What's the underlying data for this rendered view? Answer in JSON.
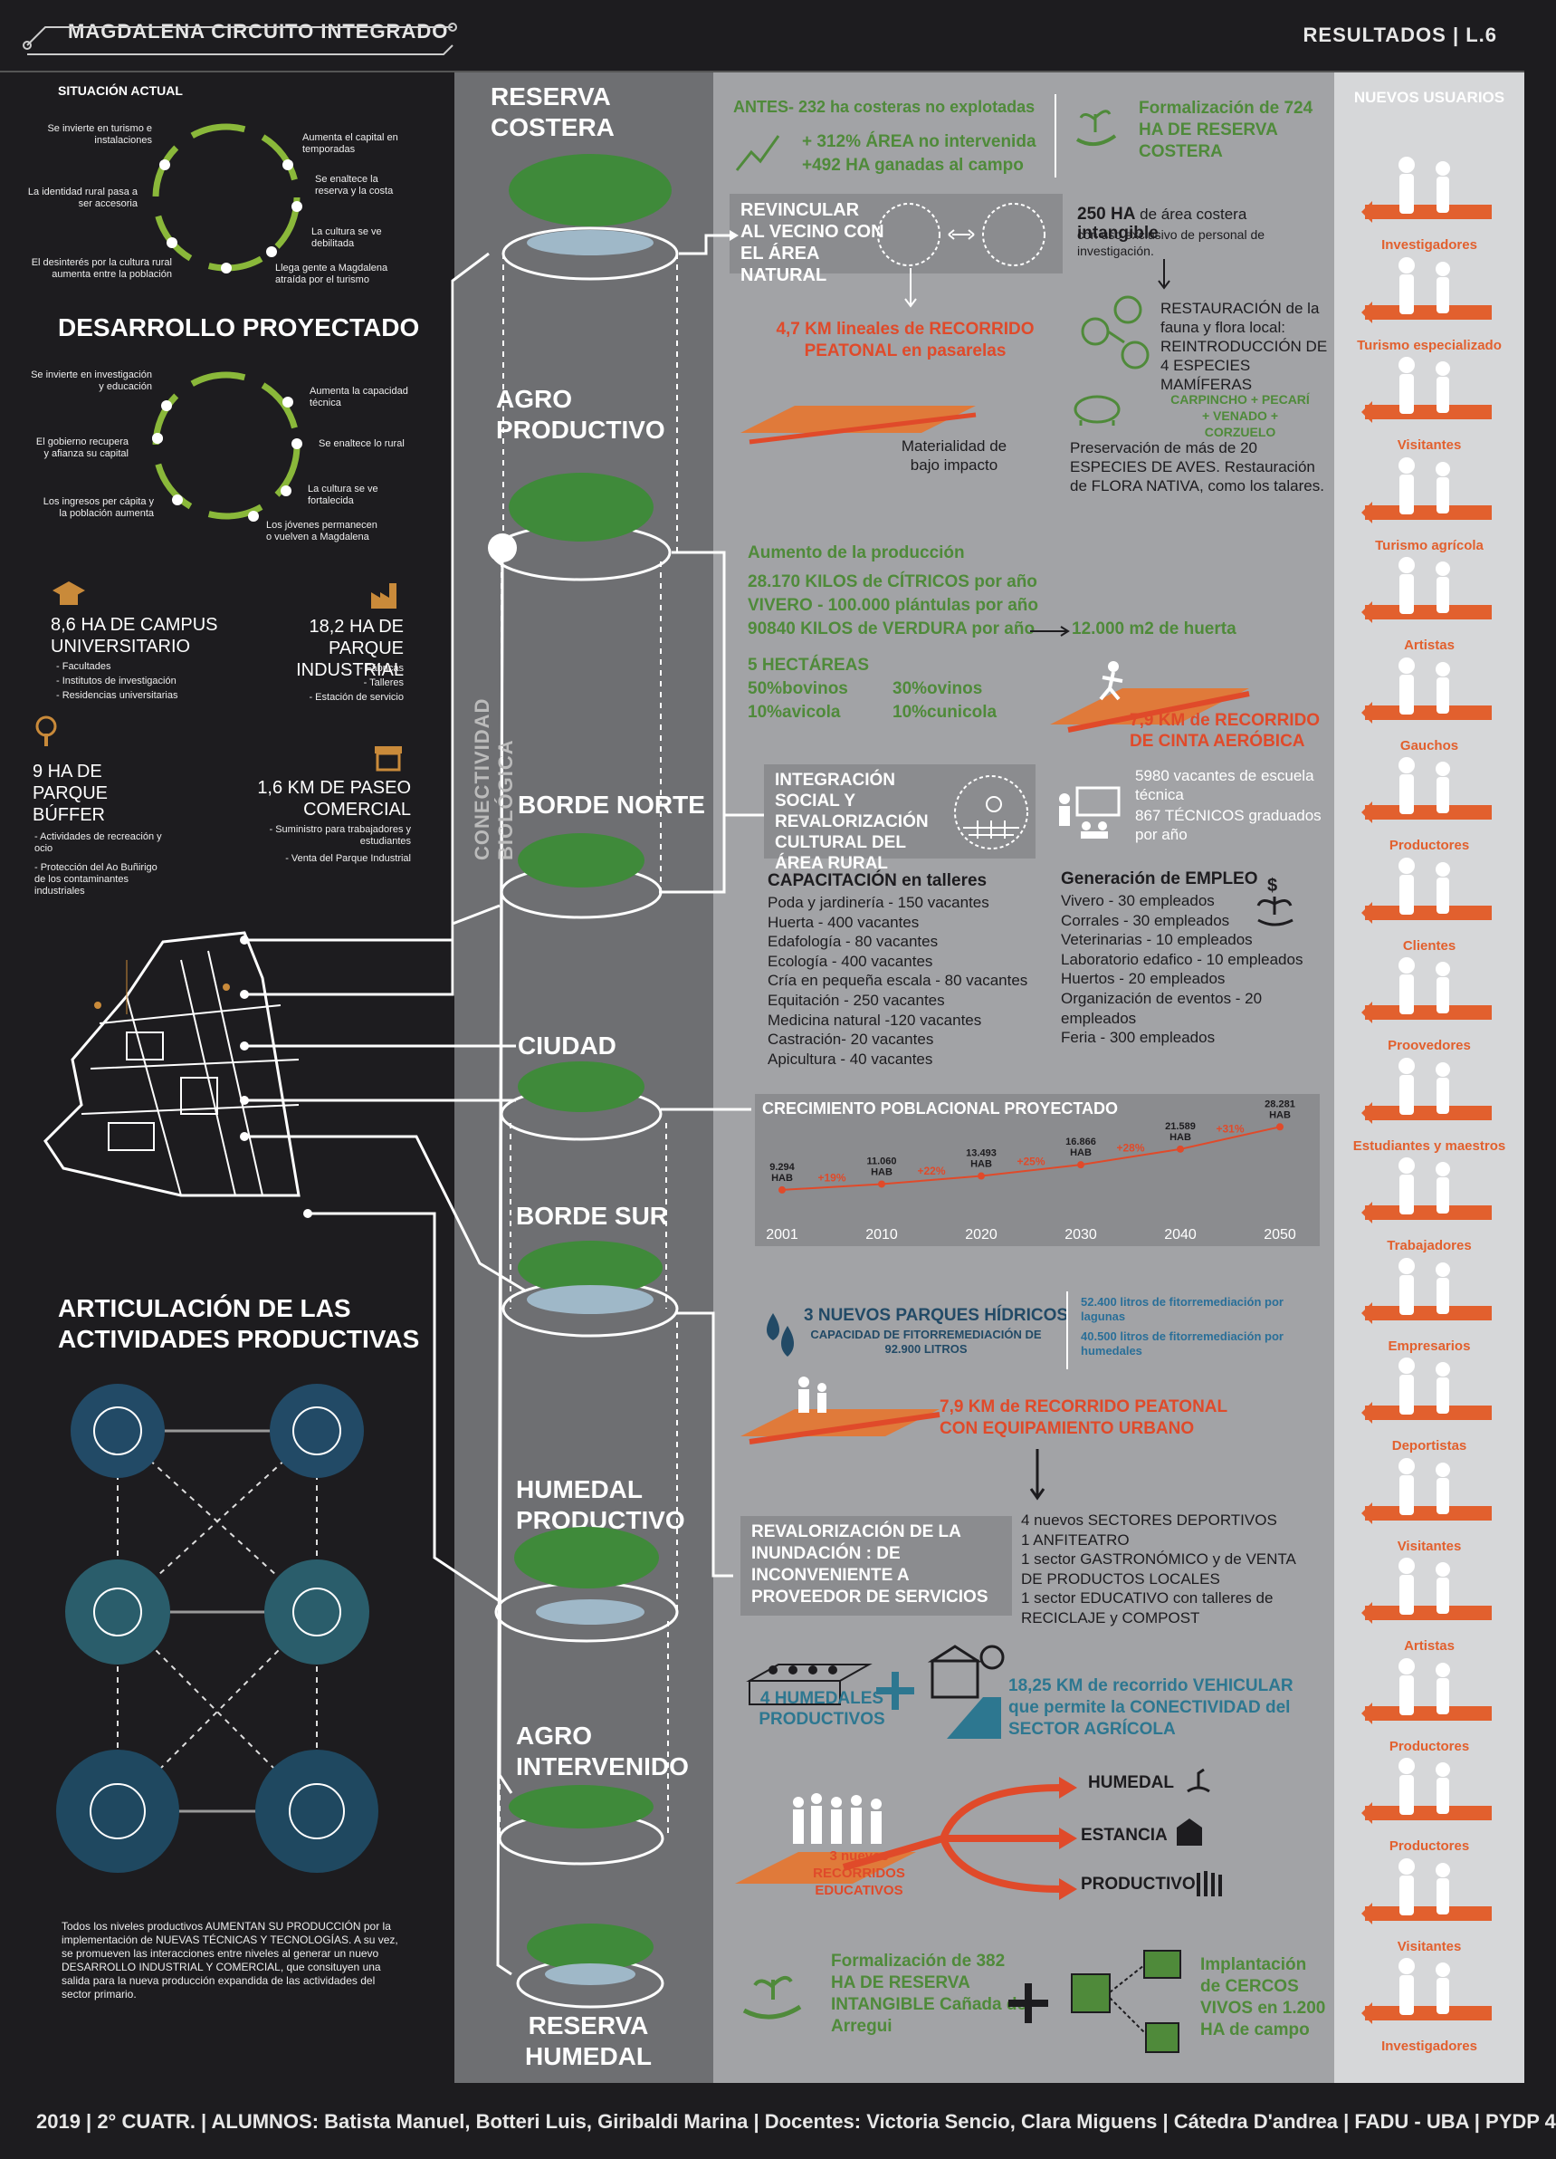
{
  "header": {
    "title": "MAGDALENA CIRCUITO INTEGRADO",
    "right": "RESULTADOS | L.6"
  },
  "left": {
    "situacion_title": "SITUACIÓN ACTUAL",
    "situacion_items": [
      "Se invierte en turismo e instalaciones",
      "Aumenta el capital en temporadas",
      "Se enaltece la reserva y la costa",
      "La cultura se ve debilitada",
      "Llega gente a Magdalena atraída por el turismo",
      "El desinterés por la cultura rural aumenta entre la población",
      "La identidad rural pasa a ser accesoria"
    ],
    "desarrollo_title": "DESARROLLO PROYECTADO",
    "desarrollo_items": [
      "Se invierte en investigación y educación",
      "Aumenta la capacidad técnica",
      "Se enaltece lo rural",
      "La cultura se ve fortalecida",
      "Los jóvenes permanecen o vuelven a Magdalena",
      "Los ingresos per cápita y la población aumenta",
      "El gobierno recupera y afianza su capital"
    ],
    "campus_title": "8,6 HA DE CAMPUS UNIVERSITARIO",
    "campus_items": [
      "- Facultades",
      "- Institutos de investigación",
      "- Residencias universitarias"
    ],
    "industrial_title": "18,2 HA DE PARQUE INDUSTRIAL",
    "industrial_items": [
      "- Fábricas",
      "- Talleres",
      "- Estación de servicio"
    ],
    "buffer_title": "9 HA DE PARQUE BÚFFER",
    "buffer_items": [
      "- Actividades de recreación y ocio",
      "- Protección del Ao Buñirigo de los contaminantes industriales"
    ],
    "paseo_title": "1,6 KM DE PASEO COMERCIAL",
    "paseo_items": [
      "- Suministro para trabajadores y estudiantes",
      "- Venta del Parque Industrial"
    ],
    "articulacion_title": "ARTICULACIÓN DE LAS ACTIVIDADES PRODUCTIVAS",
    "articulacion_text": "Todos los niveles productivos AUMENTAN SU PRODUCCIÓN por la implementación de NUEVAS TÉCNICAS Y TECNOLOGÍAS. A su vez, se promueven las interacciones entre niveles al generar un nuevo DESARROLLO INDUSTRIAL Y COMERCIAL, que consituyen una salida para la nueva producción expandida de las actividades del sector primario."
  },
  "zones": {
    "z1": "RESERVA COSTERA",
    "z2": "AGRO PRODUCTIVO",
    "z3": "BORDE NORTE",
    "z4": "CIUDAD",
    "z5": "BORDE SUR",
    "z6": "HUMEDAL PRODUCTIVO",
    "z7": "AGRO INTERVENIDO",
    "z8": "RESERVA HUMEDAL",
    "vertical": "CONECTIVIDAD BIOLÓGICA"
  },
  "reserva": {
    "antes": "ANTES- 232 ha costeras no explotadas",
    "area": "+ 312% ÁREA no intervenida",
    "ganadas": "+492 HA ganadas al campo",
    "formalizacion": "Formalización de 724 HA DE RESERVA COSTERA",
    "revincular": "REVINCULAR AL VECINO CON EL ÁREA NATURAL",
    "km": "4,7 KM lineales de RECORRIDO PEATONAL en pasarelas",
    "materialidad": "Materialidad de bajo impacto",
    "ha250": "250 HA",
    "ha250_text": "de área costera",
    "intangible": "intangible",
    "ha250_sub": "con uso exclusivo de personal de investigación.",
    "restauracion": "RESTAURACIÓN de la fauna y flora local: REINTRODUCCIÓN DE 4 ESPECIES MAMÍFERAS",
    "especies": "CARPINCHO + PECARÍ + VENADO + CORZUELO",
    "preservacion": "Preservación de más de 20 ESPECIES DE AVES. Restauración de FLORA NATIVA, como los talares."
  },
  "agro": {
    "aumento": "Aumento de la producción",
    "citricos": "28.170 KILOS de CÍTRICOS por año",
    "vivero": "VIVERO - 100.000 plántulas por año",
    "verdura": "90840 KILOS de VERDURA por año",
    "huerta": "12.000 m2 de huerta",
    "hectareas": "5 HECTÁREAS",
    "bovinos": "50%bovinos",
    "ovinos": "30%ovinos",
    "avicola": "10%avicola",
    "cunicola": "10%cunicola",
    "cinta": "7,9 KM de RECORRIDO DE CINTA AERÓBICA"
  },
  "borde_norte": {
    "integracion": "INTEGRACIÓN SOCIAL Y REVALORIZACIÓN CULTURAL DEL ÁREA RURAL",
    "vacantes": "5980 vacantes de escuela técnica",
    "tecnicos": "867 TÉCNICOS graduados por año",
    "cap_title": "CAPACITACIÓN en talleres",
    "cap_items": [
      "Poda y jardinería - 150 vacantes",
      "Huerta - 400 vacantes",
      "Edafología - 80 vacantes",
      "Ecología - 400 vacantes",
      "Cría en pequeña escala - 80 vacantes",
      "Equitación - 250 vacantes",
      "Medicina natural -120 vacantes",
      "Castración- 20 vacantes",
      "Apicultura - 40 vacantes"
    ],
    "emp_title": "Generación de EMPLEO",
    "emp_items": [
      "Vivero - 30 empleados",
      "Corrales - 30 empleados",
      "Veterinarias - 10 empleados",
      "Laboratorio edafico - 10 empleados",
      "Huertos - 20 empleados",
      "Organización de eventos - 20 empleados",
      "Feria - 300 empleados"
    ]
  },
  "chart_data": {
    "type": "line",
    "title": "CRECIMIENTO POBLACIONAL PROYECTADO",
    "x": [
      "2001",
      "2010",
      "2020",
      "2030",
      "2040",
      "2050"
    ],
    "values": [
      9294,
      11060,
      13493,
      16866,
      21589,
      28281
    ],
    "value_labels": [
      "9.294 HAB",
      "11.060 HAB",
      "13.493 HAB",
      "16.866 HAB",
      "21.589 HAB",
      "28.281 HAB"
    ],
    "growth": [
      "+19%",
      "+22%",
      "+25%",
      "+28%",
      "+31%"
    ],
    "ylim": [
      0,
      30000
    ]
  },
  "borde_sur": {
    "parques": "3 NUEVOS PARQUES HÍDRICOS",
    "capacidad": "CAPACIDAD DE FITORREMEDIACIÓN DE 92.900 LITROS",
    "lagunas": "52.400 litros de fitorremediación por lagunas",
    "humedales": "40.500 litros de fitorremediación por humedales",
    "km": "7,9 KM de RECORRIDO PEATONAL CON EQUIPAMIENTO URBANO",
    "revalorizacion": "REVALORIZACIÓN DE LA INUNDACIÓN : DE INCONVENIENTE A PROVEEDOR DE SERVICIOS",
    "items": [
      "4 nuevos SECTORES DEPORTIVOS",
      "1 ANFITEATRO",
      "1 sector GASTRONÓMICO y de VENTA DE PRODUCTOS LOCALES",
      "1 sector EDUCATIVO con talleres de RECICLAJE y COMPOST"
    ]
  },
  "humedal": {
    "cuatro": "4 HUMEDALES PRODUCTIVOS",
    "vehicular": "18,25 KM de recorrido VEHICULAR que permite la CONECTIVIDAD del SECTOR AGRÍCOLA",
    "recorridos": "3 nuevos RECORRIDOS EDUCATIVOS",
    "dest1": "HUMEDAL",
    "dest2": "ESTANCIA",
    "dest3": "PRODUCTIVO",
    "formalizacion": "Formalización de 382 HA DE RESERVA INTANGIBLE Cañada de Arregui",
    "cercos": "Implantación de CERCOS VIVOS en 1.200 HA de campo"
  },
  "users": {
    "title": "NUEVOS USUARIOS",
    "list": [
      "Investigadores",
      "Turismo especializado",
      "Visitantes",
      "Turismo agrícola",
      "Artistas",
      "Gauchos",
      "Productores",
      "Clientes",
      "Proovedores",
      "Estudiantes y maestros",
      "Trabajadores",
      "Empresarios",
      "Deportistas",
      "Visitantes",
      "Artistas",
      "Productores",
      "Productores",
      "Visitantes",
      "Investigadores"
    ]
  },
  "colors": {
    "green": "#4f8a3a",
    "orange": "#e04a2a",
    "blue": "#2a6f98",
    "dark": "#1d1c1f"
  },
  "footer": "2019 | 2° CUATR. | ALUMNOS: Batista Manuel, Botteri Luis, Giribaldi Marina | Docentes: Victoria Sencio, Clara Miguens | Cátedra D'andrea | FADU - UBA | PYDP 4"
}
